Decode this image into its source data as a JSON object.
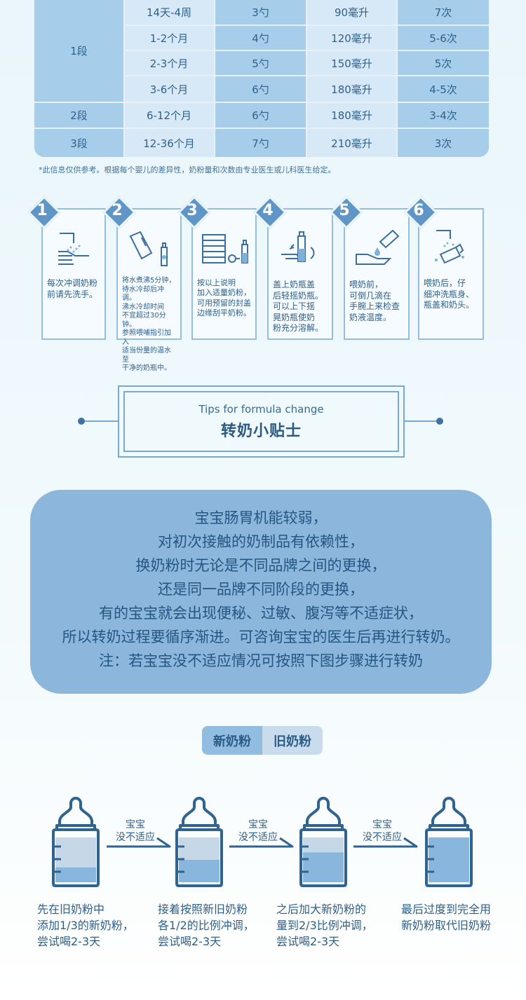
{
  "table": {
    "stages": [
      "1段",
      "2段",
      "3段"
    ],
    "rows": [
      {
        "age": "14天-4周",
        "spoons": "3勺",
        "water": "90毫升",
        "times": "7次"
      },
      {
        "age": "1-2个月",
        "spoons": "4勺",
        "water": "120毫升",
        "times": "5-6次"
      },
      {
        "age": "2-3个月",
        "spoons": "5勺",
        "water": "150毫升",
        "times": "5次"
      },
      {
        "age": "3-6个月",
        "spoons": "6勺",
        "water": "180毫升",
        "times": "4-5次"
      },
      {
        "age": "6-12个月",
        "spoons": "6勺",
        "water": "180毫升",
        "times": "3-4次"
      },
      {
        "age": "12-36个月",
        "spoons": "7勺",
        "water": "210毫升",
        "times": "3次"
      }
    ],
    "note": "*此信息仅供参考。根据每个婴儿的差异性，奶粉量和次数由专业医生或儿科医生给定。"
  },
  "steps": [
    {
      "num": "1",
      "icon": "hand-wash-icon",
      "text": [
        "每次冲调奶粉",
        "前请先洗手。"
      ]
    },
    {
      "num": "2",
      "icon": "boil-water-icon",
      "text": [
        "将水煮沸5分钟，",
        "待水冷却后冲调。",
        "沸水冷却时间",
        "不宜超过30分钟。",
        "参照喂哺指引加入",
        "适当份量的温水至",
        "干净的奶瓶中。"
      ]
    },
    {
      "num": "3",
      "icon": "formula-scoop-icon",
      "text": [
        "按以上说明",
        "加入适量奶粉，",
        "可用预留的封盖",
        "边缘刮平奶粉。"
      ]
    },
    {
      "num": "4",
      "icon": "shake-bottle-icon",
      "text": [
        "盖上奶瓶盖",
        "后轻摇奶瓶。",
        "可以上下摇",
        "晃奶瓶使奶",
        "粉充分溶解。"
      ]
    },
    {
      "num": "5",
      "icon": "test-temperature-icon",
      "text": [
        "喂奶前，",
        "可倒几滴在",
        "手腕上来检查",
        "奶液温度。"
      ]
    },
    {
      "num": "6",
      "icon": "clean-bottle-icon",
      "text": [
        "喂奶后，仔",
        "细冲洗瓶身、",
        "瓶盖和奶头。"
      ]
    }
  ],
  "tips": {
    "en": "Tips for formula change",
    "cn": "转奶小贴士"
  },
  "info": [
    "宝宝肠胃机能较弱，",
    "对初次接触的奶制品有依赖性，",
    "换奶粉时无论是不同品牌之间的更换，",
    "还是同一品牌不同阶段的更换，",
    "有的宝宝就会出现便秘、过敏、腹泻等不适症状，",
    "所以转奶过程要循序渐进。可咨询宝宝的医生后再进行转奶。",
    "注：若宝宝没不适应情况可按照下图步骤进行转奶"
  ],
  "legend": {
    "new": "新奶粉",
    "old": "旧奶粉"
  },
  "colors": {
    "new_formula": "#88b6dd",
    "old_formula": "#c6d8e8",
    "accent": "#5f96c7"
  },
  "transition": {
    "arrow_label": [
      "宝宝",
      "没不适应"
    ],
    "bottles": [
      {
        "new_fraction": 0.333,
        "caption": [
          "先在旧奶粉中",
          "添加1/3的新奶粉，",
          "尝试喝2-3天"
        ]
      },
      {
        "new_fraction": 0.5,
        "caption": [
          "接着按照新旧奶粉",
          "各1/2的比例冲调，",
          "尝试喝2-3天"
        ]
      },
      {
        "new_fraction": 0.667,
        "caption": [
          "之后加大新奶粉的",
          "量到2/3比例冲调，",
          "尝试喝2-3天"
        ]
      },
      {
        "new_fraction": 1,
        "caption": [
          "最后过度到完全用",
          "新奶粉取代旧奶粉"
        ]
      }
    ]
  }
}
